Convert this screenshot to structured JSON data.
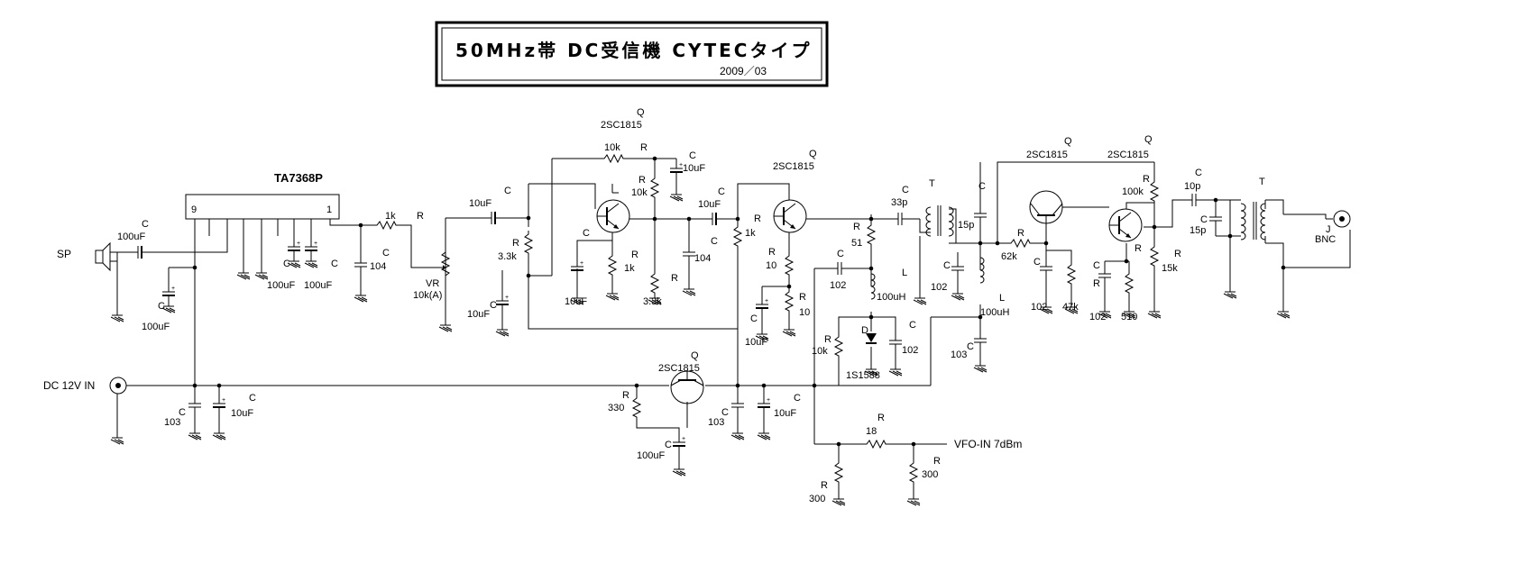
{
  "title": "50MHz帯 DC受信機 CYTECタイプ",
  "date": "2009／03",
  "ic": {
    "name": "TA7368P",
    "pin_left": "9",
    "pin_right": "1"
  },
  "io": {
    "speaker": "SP",
    "dc_in": "DC 12V IN",
    "vfo_in": "VFO-IN 7dBm",
    "bnc_ref": "J",
    "bnc_name": "BNC"
  },
  "letters": {
    "r": "R",
    "c": "C",
    "q": "Q",
    "l": "L",
    "t": "T",
    "d": "D",
    "vr": "VR"
  },
  "transistor": "2SC1815",
  "values": {
    "c_sp": "100uF",
    "c_pin9": "100uF",
    "c_104a": "104",
    "c_pin_a": "100uF",
    "c_pin_b": "100uF",
    "r_1k_a": "1k",
    "vr": "10k(A)",
    "c_10u_a": "10uF",
    "r_33k_a": "3.3k",
    "c_10u_b": "10uF",
    "r_10k_fb": "10k",
    "c_10u_c": "10uF",
    "r_10k_b": "10k",
    "c_10u_e": "10uF",
    "r_1k_e": "1k",
    "r_33k_b": "3.3k",
    "c_104b": "104",
    "c_10u_d": "10uF",
    "r_1k_c": "1k",
    "r_10_a": "10",
    "r_10_b": "10",
    "c_10u_f": "10uF",
    "c_33p": "33p",
    "r_51": "51",
    "c_102_a": "102",
    "l_100u_a": "100uH",
    "c_102_b": "102",
    "r_10k_c": "10k",
    "d": "1S1588",
    "c_15p_a": "15p",
    "c_102_c": "102",
    "l_100u_b": "100uH",
    "c_103_a": "103",
    "r_62k": "62k",
    "c_102_d": "102",
    "r_47k": "47k",
    "r_100k": "100k",
    "c_102_e": "102",
    "r_510": "510",
    "r_15k": "15k",
    "c_10p": "10p",
    "c_15p_b": "15p",
    "c_103_dc": "103",
    "c_10u_dc": "10uF",
    "r_330": "330",
    "c_100u_reg": "100uF",
    "c_103_reg": "103",
    "c_10u_reg": "10uF",
    "r_18": "18",
    "r_300_a": "300",
    "r_300_b": "300"
  }
}
